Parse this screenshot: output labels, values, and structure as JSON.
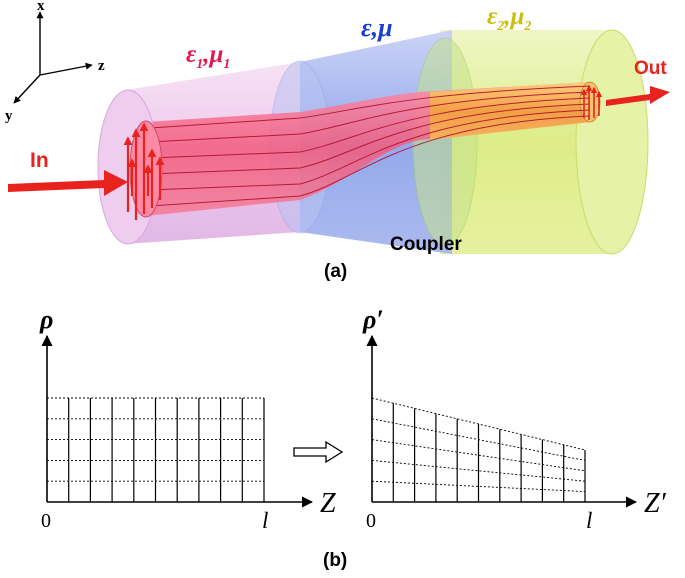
{
  "panel_a": {
    "axes": {
      "x": "x",
      "y": "y",
      "z": "z"
    },
    "region1": {
      "eps": "ε",
      "eps_sub": "1",
      "sep": ",",
      "mu": "μ",
      "mu_sub": "1",
      "color": "#e0194e"
    },
    "region_mid": {
      "label": "ε,μ",
      "color": "#1a3fd0"
    },
    "region2": {
      "eps": "ε",
      "eps_sub": "2",
      "sep": ",",
      "mu": "μ",
      "mu_sub": "2",
      "color": "#c8c010"
    },
    "in_label": "In",
    "out_label": "Out",
    "coupler_label": "Coupler",
    "caption": "(a)"
  },
  "panel_b": {
    "left": {
      "y_label": "ρ",
      "x_label": "Z",
      "origin": "0",
      "end": "l"
    },
    "right": {
      "y_label": "ρ′",
      "x_label": "Z′",
      "origin": "0",
      "end": "l"
    },
    "caption": "(b)"
  },
  "colors": {
    "arrow_red": "#e8231e",
    "black": "#000000"
  }
}
